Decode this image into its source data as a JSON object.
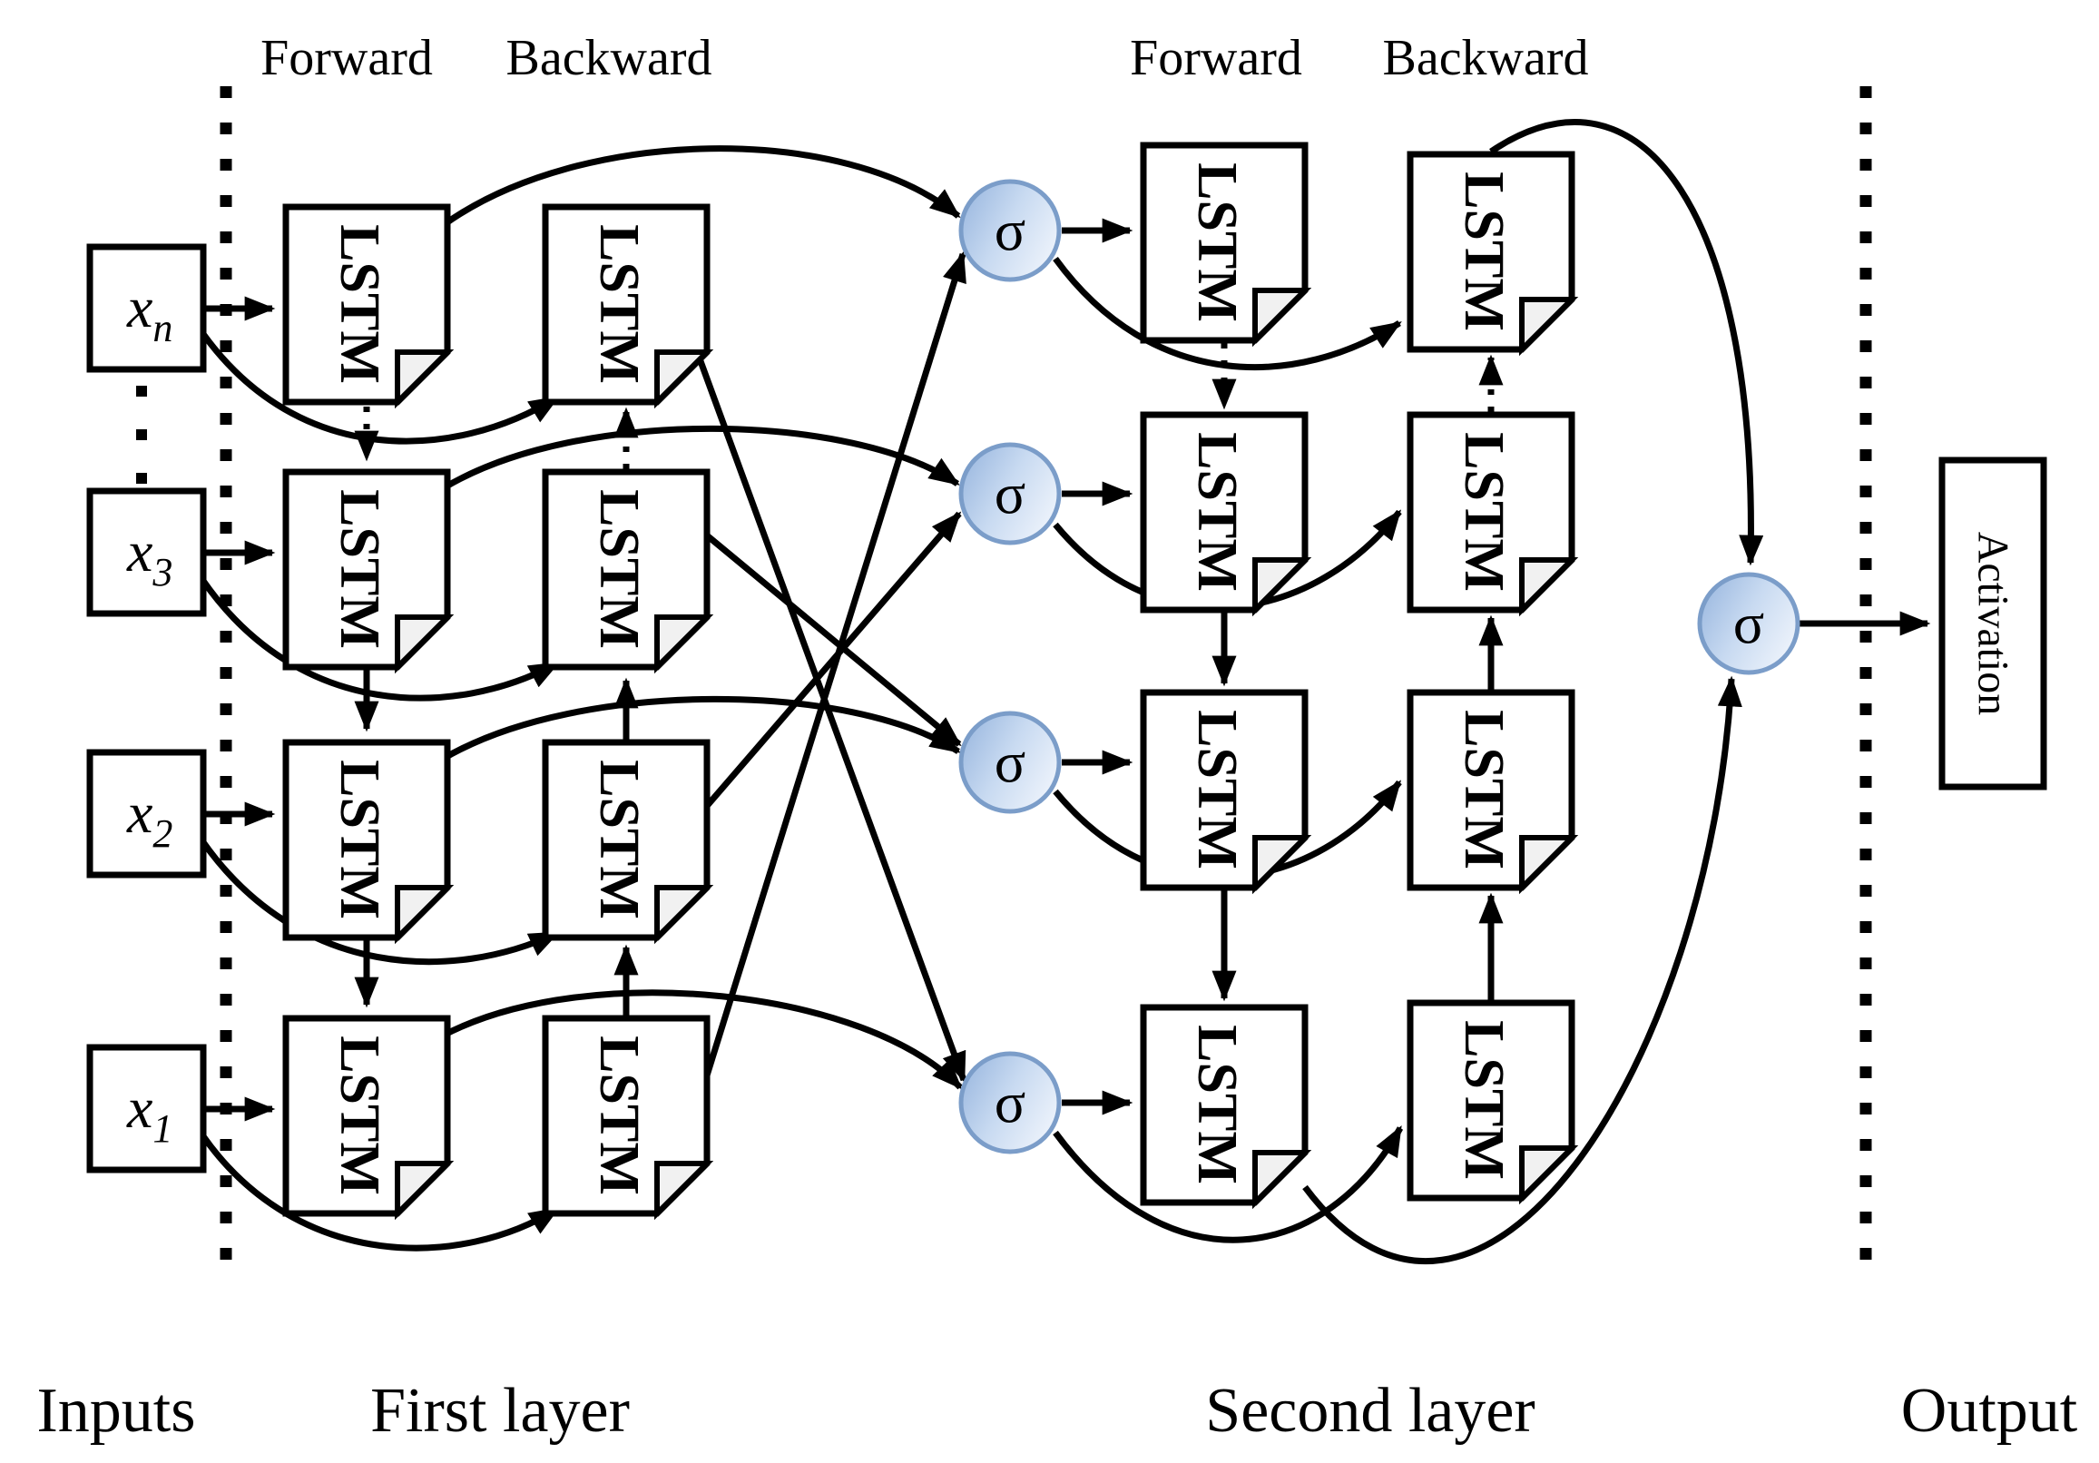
{
  "diagram": {
    "top_labels": [
      "Forward",
      "Backward",
      "Forward",
      "Backward"
    ],
    "bottom_labels": [
      "Inputs",
      "First layer",
      "Second layer",
      "Output"
    ],
    "inputs": [
      {
        "base": "x",
        "sub": "n"
      },
      {
        "base": "x",
        "sub": "3"
      },
      {
        "base": "x",
        "sub": "2"
      },
      {
        "base": "x",
        "sub": "1"
      }
    ],
    "lstm_label": "LSTM",
    "sigma_symbol": "σ",
    "activation_label": "Activation",
    "colors": {
      "line": "#000000",
      "node_fill_dark": "#9bb9e0",
      "node_fill_mid": "#c8daf1",
      "node_fill_light": "#e9f0fa",
      "node_stroke": "#7b9dc9",
      "fold_fill": "#f1f1f1"
    }
  }
}
